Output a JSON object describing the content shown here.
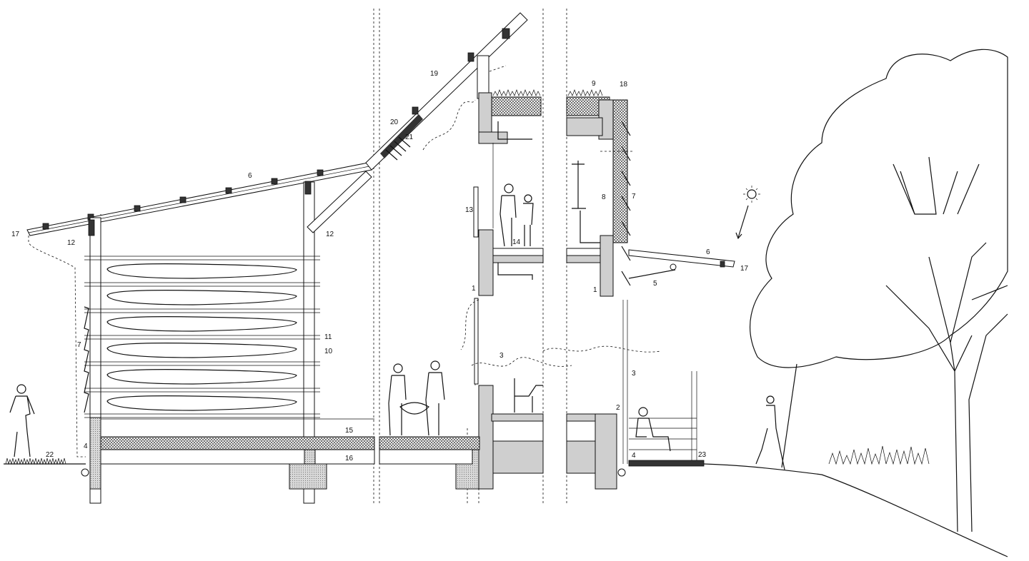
{
  "labels": {
    "l1a": "1",
    "l1b": "1",
    "l2": "2",
    "l3a": "3",
    "l3b": "3",
    "l4a": "4",
    "l4b": "4",
    "l5": "5",
    "l6a": "6",
    "l6b": "6",
    "l7a": "7",
    "l7b": "7",
    "l8": "8",
    "l9": "9",
    "l10": "10",
    "l11": "11",
    "l12a": "12",
    "l12b": "12",
    "l13": "13",
    "l14": "14",
    "l15": "15",
    "l16": "16",
    "l17a": "17",
    "l17b": "17",
    "l18": "18",
    "l19": "19",
    "l20": "20",
    "l21": "21",
    "l22": "22",
    "l23": "23"
  },
  "icons": [
    "sun-icon",
    "human-figures",
    "tree-illustration",
    "canoe-stack"
  ]
}
